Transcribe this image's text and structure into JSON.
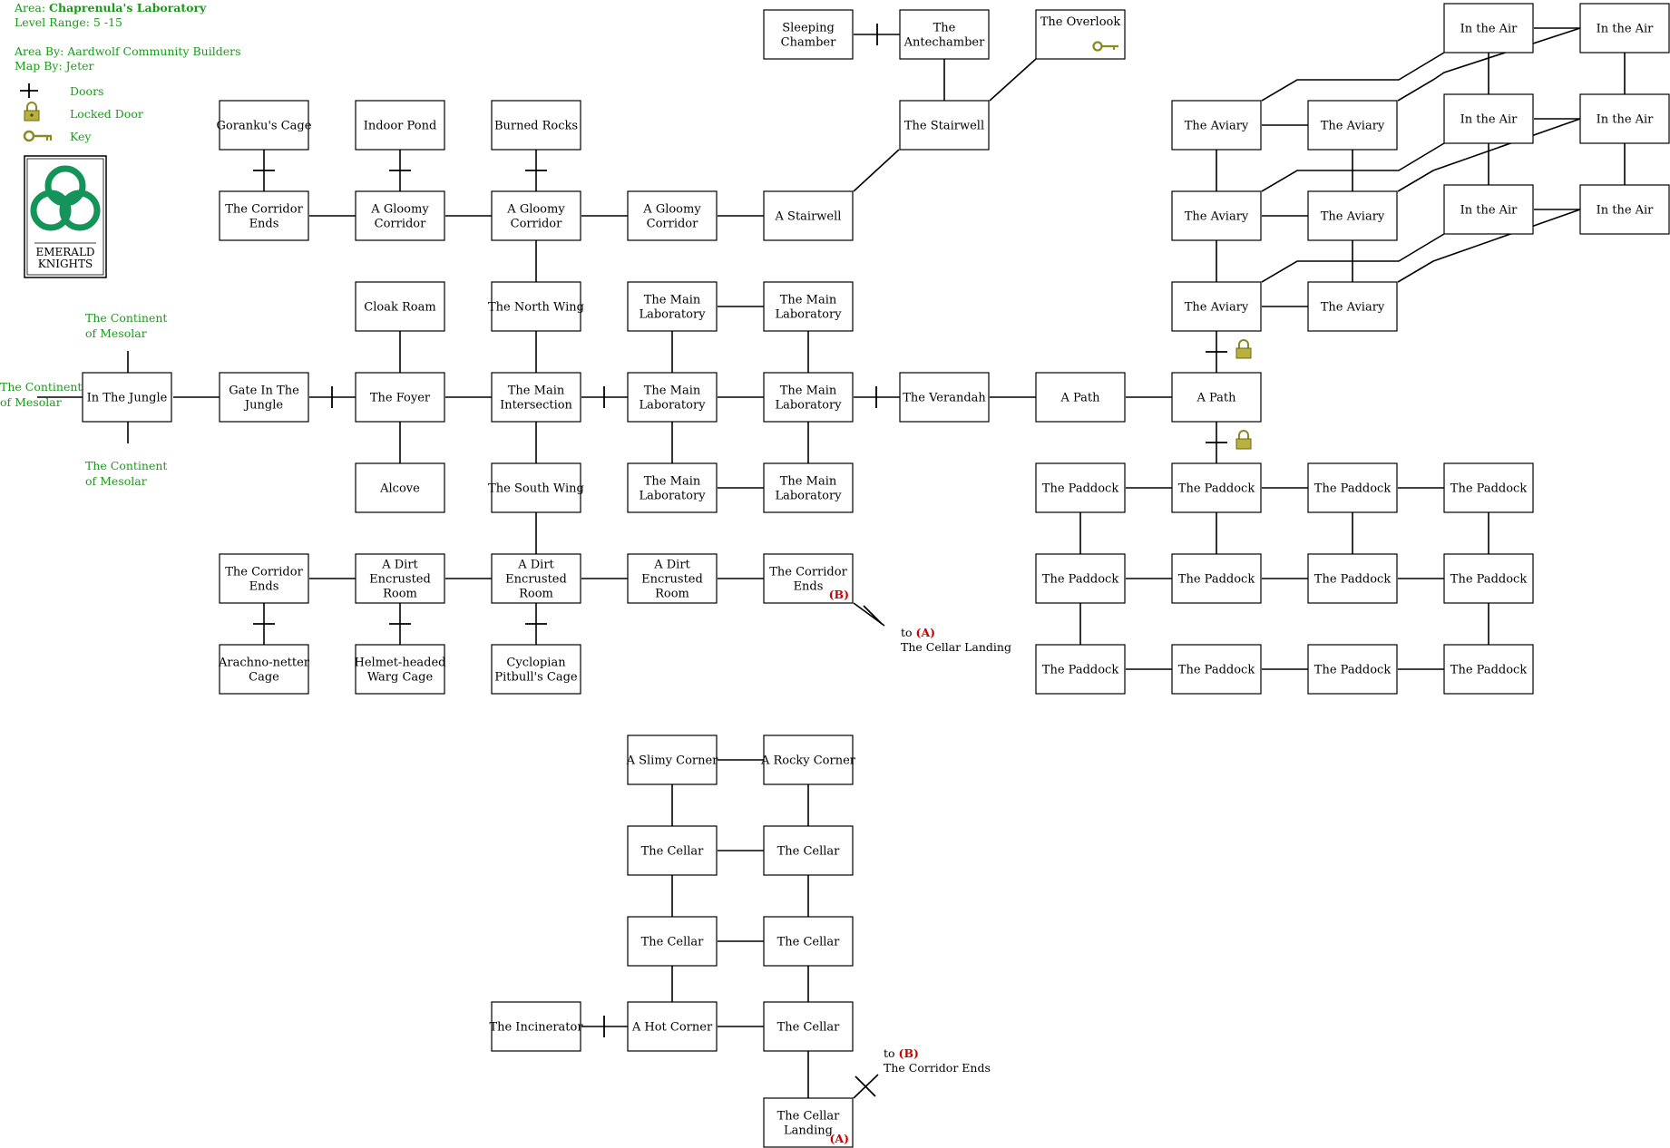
{
  "header": {
    "area_label": "Area: ",
    "area_name": "Chaprenula's Laboratory",
    "level_range": "Level Range: 5 -15",
    "area_by": "Area By: Aardwolf Community Builders",
    "map_by": "Map By: Jeter"
  },
  "legend": {
    "doors": "Doors",
    "locked": "Locked Door",
    "key": "Key"
  },
  "logo": {
    "line1": "EMERALD",
    "line2": "KNIGHTS"
  },
  "exits": {
    "north": [
      "The Continent",
      "of Mesolar"
    ],
    "west": [
      "The Continent",
      "of Mesolar"
    ],
    "south": [
      "The Continent",
      "of Mesolar"
    ],
    "to_a_label": "to ",
    "to_a_marker": "(A)",
    "to_a_dest": "The Cellar Landing",
    "to_b_label": "to ",
    "to_b_marker": "(B)",
    "to_b_dest": "The Corridor Ends"
  },
  "rooms": [
    {
      "id": "goranku",
      "lines": [
        "Goranku's Cage"
      ]
    },
    {
      "id": "indoorpond",
      "lines": [
        "Indoor Pond"
      ]
    },
    {
      "id": "burnedrocks",
      "lines": [
        "Burned Rocks"
      ]
    },
    {
      "id": "corrends1",
      "lines": [
        "The Corridor",
        "Ends"
      ]
    },
    {
      "id": "gloomy1",
      "lines": [
        "A Gloomy",
        "Corridor"
      ]
    },
    {
      "id": "gloomy2",
      "lines": [
        "A Gloomy",
        "Corridor"
      ]
    },
    {
      "id": "gloomy3",
      "lines": [
        "A Gloomy",
        "Corridor"
      ]
    },
    {
      "id": "astairwell",
      "lines": [
        "A Stairwell"
      ]
    },
    {
      "id": "sleeping",
      "lines": [
        "Sleeping",
        "Chamber"
      ]
    },
    {
      "id": "antechamber",
      "lines": [
        "The",
        "Antechamber"
      ]
    },
    {
      "id": "overlook",
      "lines": [
        "The Overlook"
      ]
    },
    {
      "id": "thestairwell",
      "lines": [
        "The Stairwell"
      ]
    },
    {
      "id": "cloak",
      "lines": [
        "Cloak Roam"
      ]
    },
    {
      "id": "northwing",
      "lines": [
        "The North Wing"
      ]
    },
    {
      "id": "mainlab1",
      "lines": [
        "The Main",
        "Laboratory"
      ]
    },
    {
      "id": "mainlab2",
      "lines": [
        "The Main",
        "Laboratory"
      ]
    },
    {
      "id": "jungle",
      "lines": [
        "In The Jungle"
      ]
    },
    {
      "id": "gate",
      "lines": [
        "Gate In The",
        "Jungle"
      ]
    },
    {
      "id": "foyer",
      "lines": [
        "The Foyer"
      ]
    },
    {
      "id": "intersection",
      "lines": [
        "The Main",
        "Intersection"
      ]
    },
    {
      "id": "mainlab3",
      "lines": [
        "The Main",
        "Laboratory"
      ]
    },
    {
      "id": "mainlab4",
      "lines": [
        "The Main",
        "Laboratory"
      ]
    },
    {
      "id": "verandah",
      "lines": [
        "The Verandah"
      ]
    },
    {
      "id": "path1",
      "lines": [
        "A Path"
      ]
    },
    {
      "id": "path2",
      "lines": [
        "A Path"
      ]
    },
    {
      "id": "alcove",
      "lines": [
        "Alcove"
      ]
    },
    {
      "id": "southwing",
      "lines": [
        "The South Wing"
      ]
    },
    {
      "id": "mainlab5",
      "lines": [
        "The Main",
        "Laboratory"
      ]
    },
    {
      "id": "mainlab6",
      "lines": [
        "The Main",
        "Laboratory"
      ]
    },
    {
      "id": "corrends2",
      "lines": [
        "The Corridor",
        "Ends"
      ]
    },
    {
      "id": "dirt1",
      "lines": [
        "A Dirt",
        "Encrusted",
        "Room"
      ]
    },
    {
      "id": "dirt2",
      "lines": [
        "A Dirt",
        "Encrusted",
        "Room"
      ]
    },
    {
      "id": "dirt3",
      "lines": [
        "A Dirt",
        "Encrusted",
        "Room"
      ]
    },
    {
      "id": "corrends3",
      "lines": [
        "The Corridor",
        "Ends"
      ],
      "marker": "(B)"
    },
    {
      "id": "arachno",
      "lines": [
        "Arachno-netter",
        "Cage"
      ]
    },
    {
      "id": "helmet",
      "lines": [
        "Helmet-headed",
        "Warg Cage"
      ]
    },
    {
      "id": "cyclopian",
      "lines": [
        "Cyclopian",
        "Pitbull's Cage"
      ]
    },
    {
      "id": "aviary1",
      "lines": [
        "The Aviary"
      ]
    },
    {
      "id": "aviary2",
      "lines": [
        "The Aviary"
      ]
    },
    {
      "id": "aviary3",
      "lines": [
        "The Aviary"
      ]
    },
    {
      "id": "aviary4",
      "lines": [
        "The Aviary"
      ]
    },
    {
      "id": "aviary5",
      "lines": [
        "The Aviary"
      ]
    },
    {
      "id": "aviary6",
      "lines": [
        "The Aviary"
      ]
    },
    {
      "id": "air1",
      "lines": [
        "In the Air"
      ]
    },
    {
      "id": "air2",
      "lines": [
        "In the Air"
      ]
    },
    {
      "id": "air3",
      "lines": [
        "In the Air"
      ]
    },
    {
      "id": "air4",
      "lines": [
        "In the Air"
      ]
    },
    {
      "id": "air5",
      "lines": [
        "In the Air"
      ]
    },
    {
      "id": "air6",
      "lines": [
        "In the Air"
      ]
    },
    {
      "id": "pad1",
      "lines": [
        "The Paddock"
      ]
    },
    {
      "id": "pad2",
      "lines": [
        "The Paddock"
      ]
    },
    {
      "id": "pad3",
      "lines": [
        "The Paddock"
      ]
    },
    {
      "id": "pad4",
      "lines": [
        "The Paddock"
      ]
    },
    {
      "id": "pad5",
      "lines": [
        "The Paddock"
      ]
    },
    {
      "id": "pad6",
      "lines": [
        "The Paddock"
      ]
    },
    {
      "id": "pad7",
      "lines": [
        "The Paddock"
      ]
    },
    {
      "id": "pad8",
      "lines": [
        "The Paddock"
      ]
    },
    {
      "id": "pad9",
      "lines": [
        "The Paddock"
      ]
    },
    {
      "id": "pad10",
      "lines": [
        "The Paddock"
      ]
    },
    {
      "id": "pad11",
      "lines": [
        "The Paddock"
      ]
    },
    {
      "id": "pad12",
      "lines": [
        "The Paddock"
      ]
    },
    {
      "id": "slimy",
      "lines": [
        "A Slimy Corner"
      ]
    },
    {
      "id": "rocky",
      "lines": [
        "A Rocky Corner"
      ]
    },
    {
      "id": "cellar1",
      "lines": [
        "The Cellar"
      ]
    },
    {
      "id": "cellar2",
      "lines": [
        "The Cellar"
      ]
    },
    {
      "id": "cellar3",
      "lines": [
        "The Cellar"
      ]
    },
    {
      "id": "cellar4",
      "lines": [
        "The Cellar"
      ]
    },
    {
      "id": "incinerator",
      "lines": [
        "The Incinerator"
      ]
    },
    {
      "id": "hotcorner",
      "lines": [
        "A Hot Corner"
      ]
    },
    {
      "id": "cellar5",
      "lines": [
        "The Cellar"
      ]
    },
    {
      "id": "cellarlanding",
      "lines": [
        "The Cellar",
        "Landing"
      ],
      "marker": "(A)"
    }
  ],
  "colors": {
    "legend_green": "#1a9a1a",
    "marker_red": "#cc0000",
    "key_gold": "#8a8a20"
  }
}
